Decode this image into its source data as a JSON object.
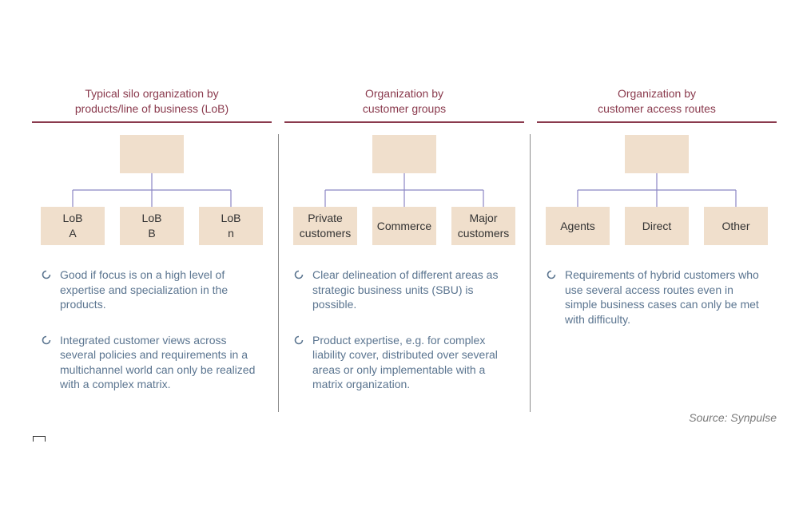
{
  "columns": [
    {
      "title_lines": [
        "Typical silo organization by",
        "products/line of business (LoB)"
      ],
      "children": [
        [
          "LoB",
          "A"
        ],
        [
          "LoB",
          "B"
        ],
        [
          "LoB",
          "n"
        ]
      ],
      "bullets": [
        "Good if focus is on a high level of expertise and specialization in the products.",
        "Integrated customer views across several policies and requirements in a multichannel world can only be realized with a complex matrix."
      ]
    },
    {
      "title_lines": [
        "Organization by",
        "customer groups"
      ],
      "children": [
        [
          "Private",
          "customers"
        ],
        [
          "Commerce"
        ],
        [
          "Major",
          "customers"
        ]
      ],
      "bullets": [
        "Clear delineation of different areas as strategic business units (SBU) is possible.",
        "Product expertise, e.g. for complex liability cover, distributed over several areas or only implementable with a matrix organization."
      ]
    },
    {
      "title_lines": [
        "Organization by",
        "customer access routes"
      ],
      "children": [
        [
          "Agents"
        ],
        [
          "Direct"
        ],
        [
          "Other"
        ]
      ],
      "bullets": [
        "Requirements of hybrid customers who use several access routes even in simple business cases can only be met with difficulty."
      ]
    }
  ],
  "source": "Source: Synpulse",
  "colors": {
    "title": "#8a3a4d",
    "box_fill": "#f0dfcc",
    "connector": "#8b86c4",
    "bullet_text": "#5b7590",
    "divider": "#8c8c8c"
  }
}
